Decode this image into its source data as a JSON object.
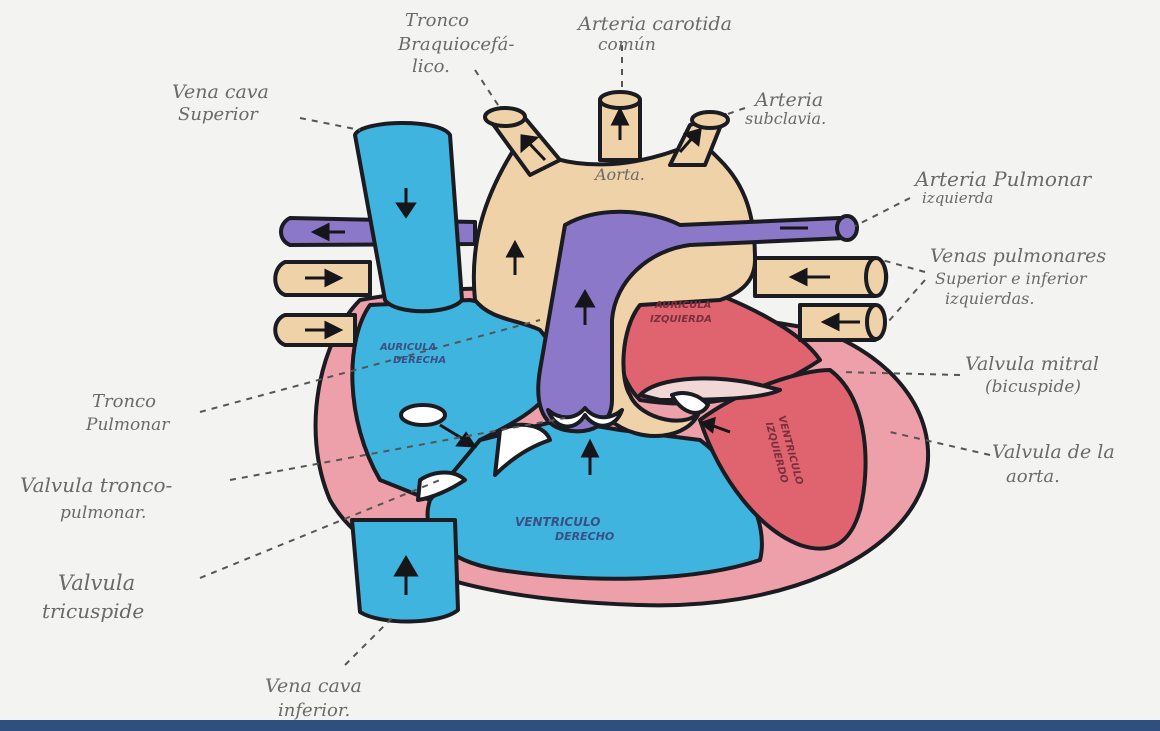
{
  "diagram": {
    "labels": {
      "tronco_braquiocefalico": [
        "Tronco",
        "Braquiocefá-",
        "lico."
      ],
      "arteria_carotida": [
        "Arteria carotida",
        "común"
      ],
      "arteria_subclavia": [
        "Arteria",
        "subclavia."
      ],
      "vena_cava_superior": [
        "Vena cava",
        "Superior"
      ],
      "arteria_pulmonar_izquierda": [
        "Arteria Pulmonar",
        "izquierda"
      ],
      "venas_pulmonares": [
        "Venas pulmonares",
        "Superior e inferior",
        "izquierdas."
      ],
      "valvula_mitral": [
        "Valvula mitral",
        "(bicuspide)"
      ],
      "valvula_aorta": [
        "Valvula de la",
        "aorta."
      ],
      "tronco_pulmonar": [
        "Tronco",
        "Pulmonar"
      ],
      "valvula_tronco_pulmonar": [
        "Valvula tronco-",
        "pulmonar."
      ],
      "valvula_tricuspide": [
        "Valvula",
        "tricuspide"
      ],
      "vena_cava_inferior": [
        "Vena cava",
        "inferior."
      ]
    },
    "inner_labels": {
      "aorta": "Aorta.",
      "auricula_derecha": [
        "AURICULA",
        "DERECHA"
      ],
      "auricula_izquierda": [
        "AURICULA",
        "IZQUIERDA"
      ],
      "ventriculo_derecho": [
        "VENTRICULO",
        "DERECHO"
      ],
      "ventriculo_izquierdo": [
        "VENTRICULO",
        "IZQUIERDO"
      ]
    },
    "colors": {
      "oxygen_poor": "#3fb4de",
      "oxygen_rich": "#f0d2a8",
      "pulmonary_artery": "#8c78c8",
      "left_heart": "#e06470",
      "myocardium": "#eea0aa",
      "outline": "#1b1b22"
    }
  }
}
